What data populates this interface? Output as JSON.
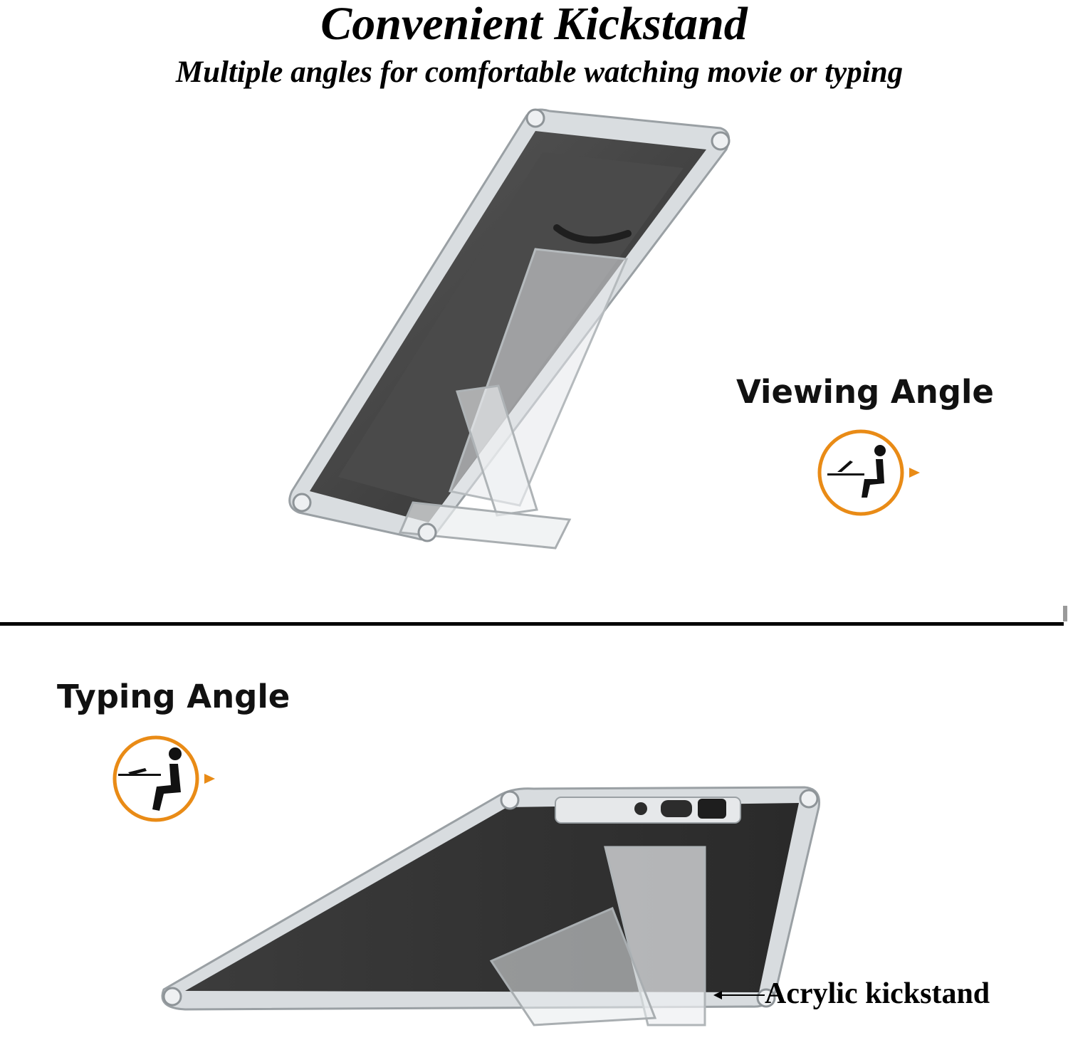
{
  "header": {
    "title": "Convenient Kickstand",
    "subtitle": "Multiple angles for comfortable watching movie or typing"
  },
  "viewing": {
    "label": "Viewing Angle",
    "icon": "viewing-posture-icon"
  },
  "typing": {
    "label": "Typing Angle",
    "icon": "typing-posture-icon"
  },
  "callout": {
    "label": "Acrylic  kickstand"
  },
  "colors": {
    "accent": "#e98b16",
    "case_dark": "#3a3a3a",
    "case_edge": "#c8ccd0"
  }
}
